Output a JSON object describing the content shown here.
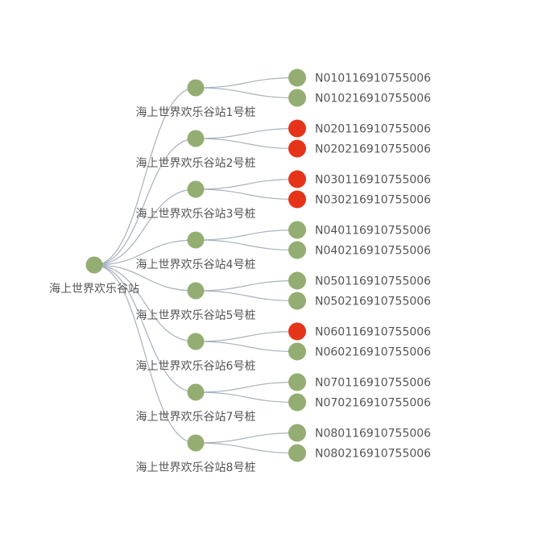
{
  "colors": {
    "node_ok": "#93ad72",
    "node_alert": "#e53419",
    "edge": "#a7b1bc",
    "label": "#555555"
  },
  "tree": {
    "root": {
      "label": "海上世界欢乐谷站",
      "status": "ok"
    },
    "stations": [
      {
        "label": "海上世界欢乐谷站1号桩",
        "status": "ok",
        "leaves": [
          {
            "label": "N010116910755006",
            "status": "ok"
          },
          {
            "label": "N010216910755006",
            "status": "ok"
          }
        ]
      },
      {
        "label": "海上世界欢乐谷站2号桩",
        "status": "ok",
        "leaves": [
          {
            "label": "N020116910755006",
            "status": "alert"
          },
          {
            "label": "N020216910755006",
            "status": "alert"
          }
        ]
      },
      {
        "label": "海上世界欢乐谷站3号桩",
        "status": "ok",
        "leaves": [
          {
            "label": "N030116910755006",
            "status": "alert"
          },
          {
            "label": "N030216910755006",
            "status": "alert"
          }
        ]
      },
      {
        "label": "海上世界欢乐谷站4号桩",
        "status": "ok",
        "leaves": [
          {
            "label": "N040116910755006",
            "status": "ok"
          },
          {
            "label": "N040216910755006",
            "status": "ok"
          }
        ]
      },
      {
        "label": "海上世界欢乐谷站5号桩",
        "status": "ok",
        "leaves": [
          {
            "label": "N050116910755006",
            "status": "ok"
          },
          {
            "label": "N050216910755006",
            "status": "ok"
          }
        ]
      },
      {
        "label": "海上世界欢乐谷站6号桩",
        "status": "ok",
        "leaves": [
          {
            "label": "N060116910755006",
            "status": "alert"
          },
          {
            "label": "N060216910755006",
            "status": "ok"
          }
        ]
      },
      {
        "label": "海上世界欢乐谷站7号桩",
        "status": "ok",
        "leaves": [
          {
            "label": "N070116910755006",
            "status": "ok"
          },
          {
            "label": "N070216910755006",
            "status": "ok"
          }
        ]
      },
      {
        "label": "海上世界欢乐谷站8号桩",
        "status": "ok",
        "leaves": [
          {
            "label": "N080116910755006",
            "status": "ok"
          },
          {
            "label": "N080216910755006",
            "status": "ok"
          }
        ]
      }
    ]
  }
}
